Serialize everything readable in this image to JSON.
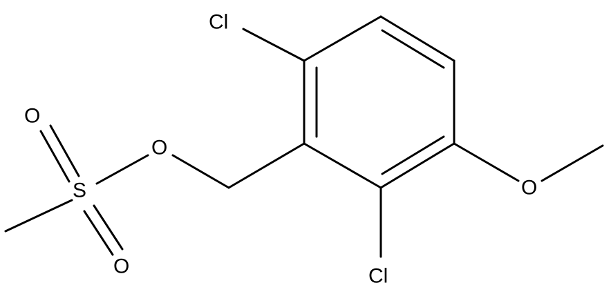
{
  "molecule": {
    "atoms": {
      "cl_top": "Cl",
      "cl_bottom": "Cl",
      "o_ester": "O",
      "o_methoxy": "O",
      "s": "S",
      "o_sulfonyl_top": "O",
      "o_sulfonyl_bottom": "O"
    }
  }
}
